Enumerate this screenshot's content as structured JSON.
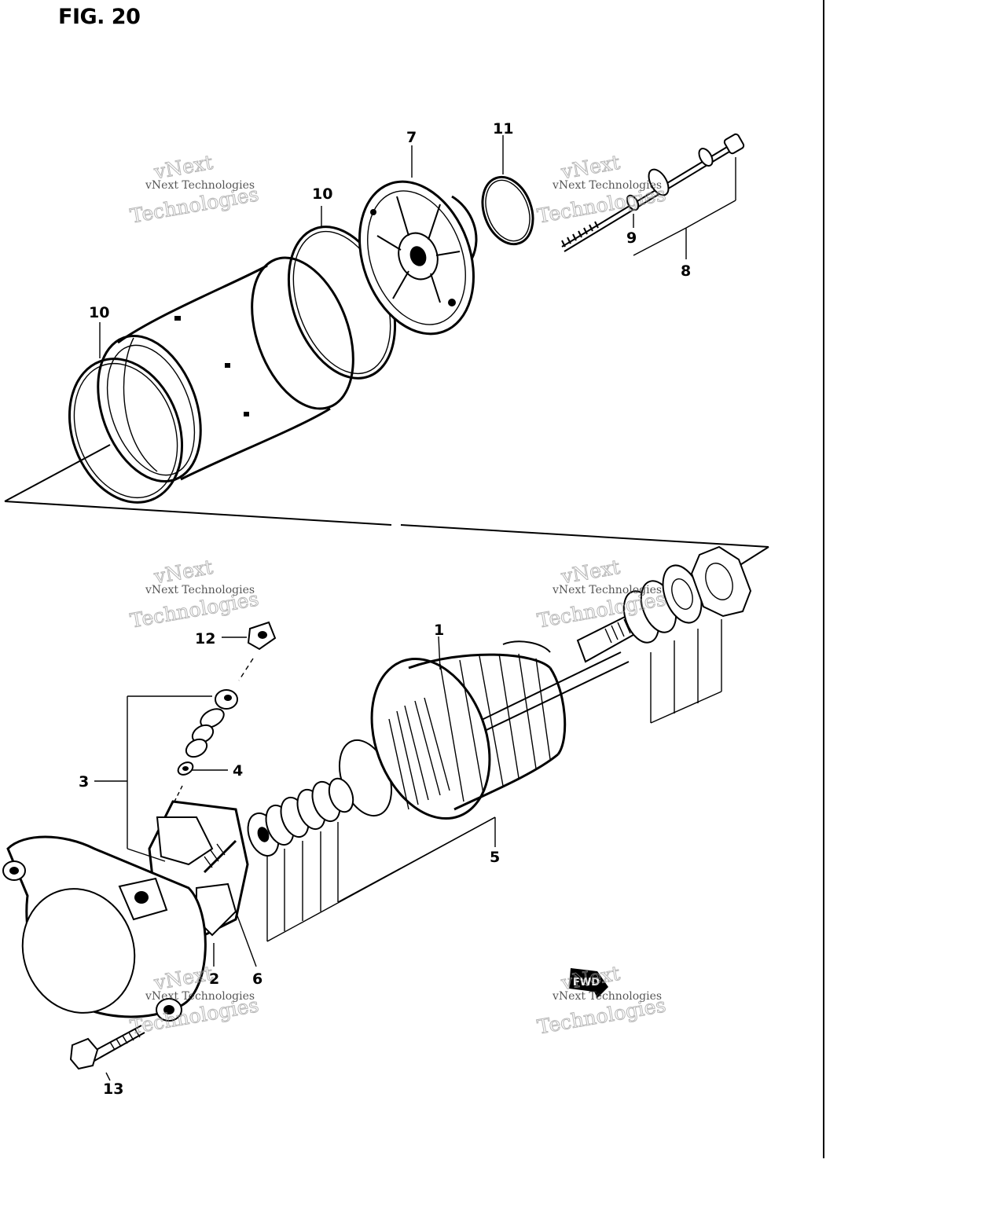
{
  "figure": {
    "title": "FIG. 20"
  },
  "callouts": [
    {
      "id": "part-1",
      "label": "1"
    },
    {
      "id": "part-2",
      "label": "2"
    },
    {
      "id": "part-3",
      "label": "3"
    },
    {
      "id": "part-4",
      "label": "4"
    },
    {
      "id": "part-5",
      "label": "5"
    },
    {
      "id": "part-6",
      "label": "6"
    },
    {
      "id": "part-7",
      "label": "7"
    },
    {
      "id": "part-8",
      "label": "8"
    },
    {
      "id": "part-9",
      "label": "9"
    },
    {
      "id": "part-10a",
      "label": "10"
    },
    {
      "id": "part-10b",
      "label": "10"
    },
    {
      "id": "part-11",
      "label": "11"
    },
    {
      "id": "part-12",
      "label": "12"
    },
    {
      "id": "part-13",
      "label": "13"
    }
  ],
  "watermark": {
    "line1": "vNext Technologies",
    "line2": "vNext",
    "line3": "Technologies"
  },
  "fwd_label": "FWD"
}
